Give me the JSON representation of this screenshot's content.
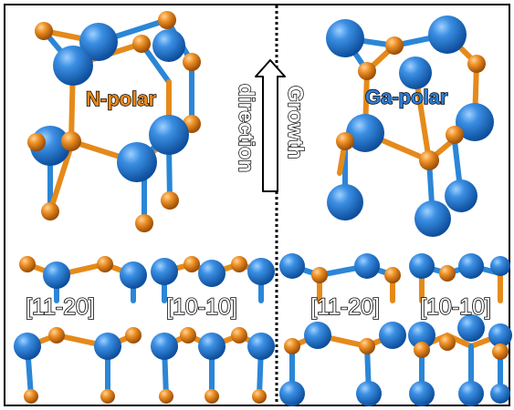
{
  "labels": {
    "n_polar": "N-polar",
    "ga_polar": "Ga-polar",
    "growth_line1": "Growth",
    "growth_line2": "direction",
    "bottom_left_a": "[11-20]",
    "bottom_left_b": "[10-10]",
    "bottom_right_a": "[11-20]",
    "bottom_right_b": "[10-10]"
  },
  "colors": {
    "gallium_atom": "#1f78d6",
    "nitrogen_atom": "#e8891d",
    "n_polar_text": "#e8891d",
    "ga_polar_text": "#2f7fd8"
  },
  "icons": {
    "growth_arrow": "up-arrow-icon"
  }
}
